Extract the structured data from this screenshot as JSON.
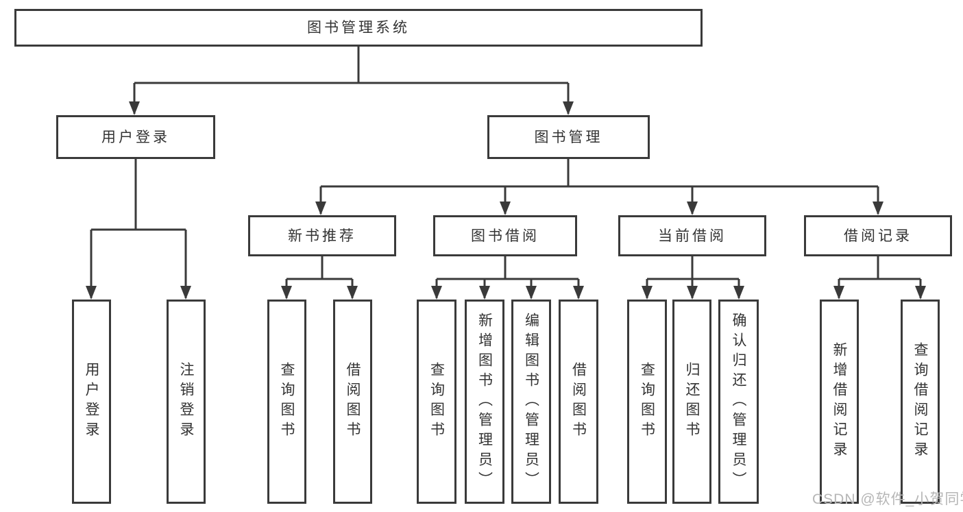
{
  "tree": {
    "root_label": "图书管理系统",
    "branches": [
      {
        "label": "用户登录",
        "leaves": [
          "用户登录",
          "注销登录"
        ]
      },
      {
        "label": "图书管理",
        "modules": [
          {
            "label": "新书推荐",
            "leaves": [
              "查询图书",
              "借阅图书"
            ]
          },
          {
            "label": "图书借阅",
            "leaves": [
              "查询图书",
              "新增图书（管理员）",
              "编辑图书（管理员）",
              "借阅图书"
            ]
          },
          {
            "label": "当前借阅",
            "leaves": [
              "查询图书",
              "归还图书",
              "确认归还（管理员）"
            ]
          },
          {
            "label": "借阅记录",
            "leaves": [
              "新增借阅记录",
              "查询借阅记录"
            ]
          }
        ]
      }
    ]
  },
  "watermark": {
    "text": "CSDN @软件_小贺同学"
  },
  "colors": {
    "line": "#3a3a3a",
    "box_border": "#3a3a3a",
    "text": "#333333",
    "watermark": "#b6b6b6",
    "background": "#ffffff"
  }
}
